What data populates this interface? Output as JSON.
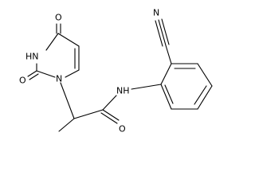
{
  "atoms": {
    "o_top": "O",
    "hn_ring": "HN",
    "o_left": "O",
    "n_ring": "N",
    "nh_amide": "NH",
    "o_amide": "O",
    "n_nitrile": "N"
  },
  "colors": {
    "bond": "#000000",
    "label": "#000000",
    "background": "#ffffff"
  }
}
